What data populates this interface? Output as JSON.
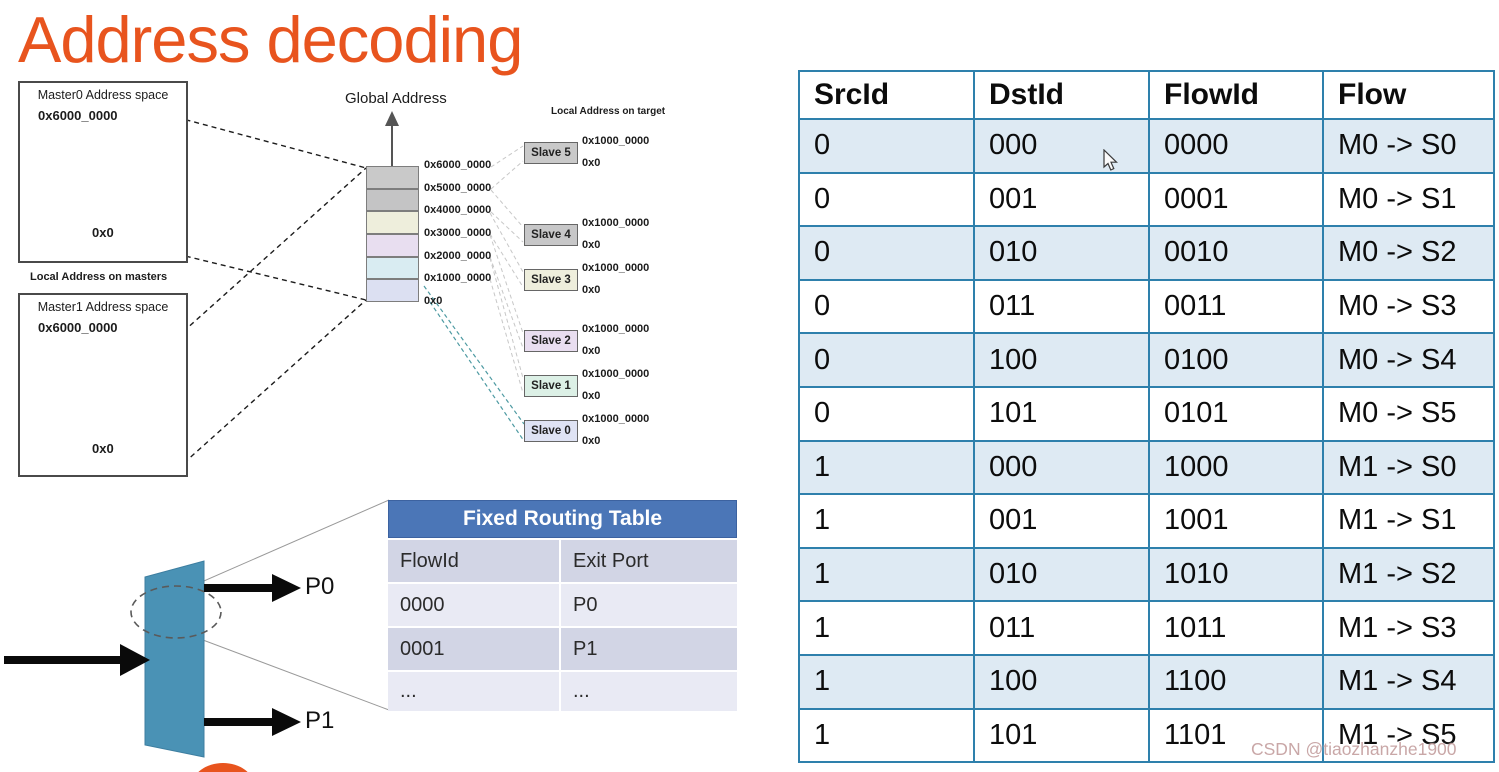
{
  "title": "Address decoding",
  "diagram": {
    "master0": {
      "title": "Master0 Address space",
      "top_addr": "0x6000_0000",
      "bottom_addr": "0x0"
    },
    "master1": {
      "title": "Master1 Address space",
      "top_addr": "0x6000_0000",
      "bottom_addr": "0x0"
    },
    "masters_caption": "Local Address on masters",
    "global_address_label": "Global Address",
    "target_caption": "Local Address on target",
    "stack_addresses": [
      "0x6000_0000",
      "0x5000_0000",
      "0x4000_0000",
      "0x3000_0000",
      "0x2000_0000",
      "0x1000_0000",
      "0x0"
    ],
    "stack_colors": [
      "#C9C9C9",
      "#C4C4C5",
      "#EEEEDC",
      "#E8DEF0",
      "#D9ECF2",
      "#DCE0F2"
    ],
    "slaves": [
      {
        "label": "Slave 5",
        "top_addr": "0x1000_0000",
        "bottom_addr": "0x0",
        "color": "#C9C9C9"
      },
      {
        "label": "Slave 4",
        "top_addr": "0x1000_0000",
        "bottom_addr": "0x0",
        "color": "#C7C7C8"
      },
      {
        "label": "Slave 3",
        "top_addr": "0x1000_0000",
        "bottom_addr": "0x0",
        "color": "#EEEEDC"
      },
      {
        "label": "Slave 2",
        "top_addr": "0x1000_0000",
        "bottom_addr": "0x0",
        "color": "#E9DEF0"
      },
      {
        "label": "Slave 1",
        "top_addr": "0x1000_0000",
        "bottom_addr": "0x0",
        "color": "#DCF0E6"
      },
      {
        "label": "Slave 0",
        "top_addr": "0x1000_0000",
        "bottom_addr": "0x0",
        "color": "#DFE3F4"
      }
    ],
    "ports": [
      "P0",
      "P1"
    ]
  },
  "routing_table": {
    "title": "Fixed Routing Table",
    "headers": [
      "FlowId",
      "Exit Port"
    ],
    "rows": [
      [
        "0000",
        "P0"
      ],
      [
        "0001",
        "P1"
      ],
      [
        "...",
        "..."
      ]
    ]
  },
  "flow_table": {
    "headers": [
      "SrcId",
      "DstId",
      "FlowId",
      "Flow"
    ],
    "rows": [
      [
        "0",
        "000",
        "0000",
        "M0 -> S0"
      ],
      [
        "0",
        "001",
        "0001",
        "M0 -> S1"
      ],
      [
        "0",
        "010",
        "0010",
        "M0 -> S2"
      ],
      [
        "0",
        "011",
        "0011",
        "M0 -> S3"
      ],
      [
        "0",
        "100",
        "0100",
        "M0 -> S4"
      ],
      [
        "0",
        "101",
        "0101",
        "M0 -> S5"
      ],
      [
        "1",
        "000",
        "1000",
        "M1 -> S0"
      ],
      [
        "1",
        "001",
        "1001",
        "M1 -> S1"
      ],
      [
        "1",
        "010",
        "1010",
        "M1 -> S2"
      ],
      [
        "1",
        "011",
        "1011",
        "M1 -> S3"
      ],
      [
        "1",
        "100",
        "1100",
        "M1 -> S4"
      ],
      [
        "1",
        "101",
        "1101",
        "M1 -> S5"
      ]
    ]
  },
  "watermark": "CSDN @tiaozhanzhe1900",
  "colors": {
    "title_orange": "#E8541E",
    "table_border": "#2E80AC",
    "table_row_shade": "#DEEAF3",
    "routing_header_blue": "#4B76B7",
    "routing_row_mid": "#D2D5E5",
    "routing_row_light": "#E9EAF4",
    "switch_plane_blue": "#4A92B5"
  }
}
